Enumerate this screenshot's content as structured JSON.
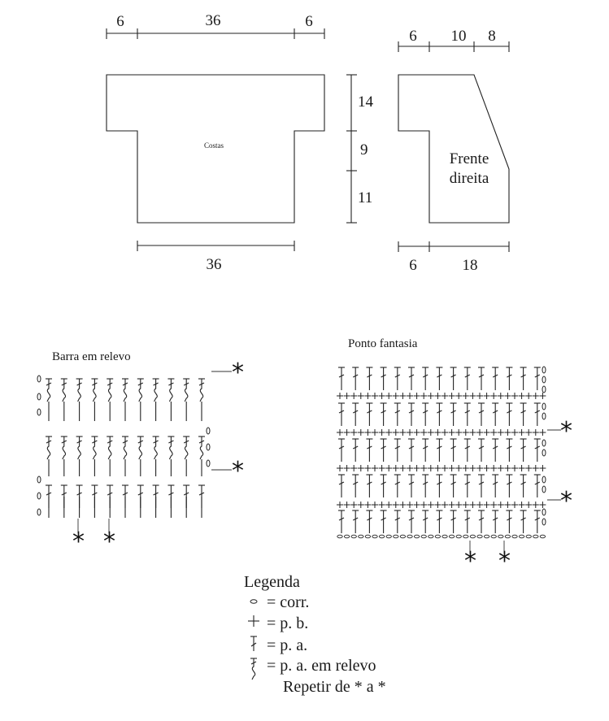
{
  "schematic": {
    "back_top_dims": [
      "6",
      "36",
      "6"
    ],
    "back_side_dims": [
      "14",
      "9",
      "11"
    ],
    "back_bottom_dim": "36",
    "back_label": "Costas",
    "front_top_dims": [
      "6",
      "10",
      "8"
    ],
    "front_label_line1": "Frente",
    "front_label_line2": "direita",
    "front_bottom_dims": [
      "6",
      "18"
    ]
  },
  "charts": {
    "relief_title": "Barra em relevo",
    "fancy_title": "Ponto fantasia",
    "repeat_mark": "*"
  },
  "legend": {
    "title": "Legenda",
    "items": [
      {
        "symbol": "chain",
        "text": "= corr."
      },
      {
        "symbol": "single-crochet",
        "text": "= p. b."
      },
      {
        "symbol": "double-crochet",
        "text": "= p. a."
      },
      {
        "symbol": "relief-double-crochet",
        "text": "= p. a. em relevo"
      }
    ],
    "repeat_note": "Repetir de * a *"
  }
}
